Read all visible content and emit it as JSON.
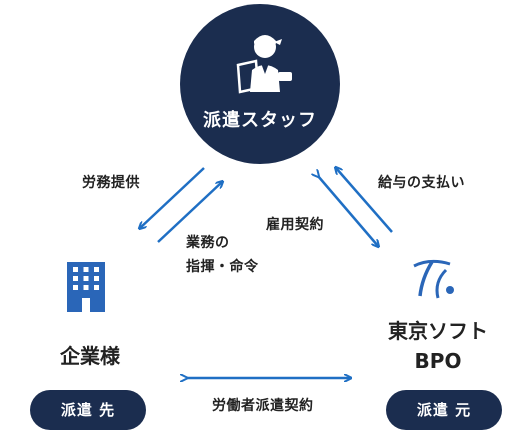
{
  "center": {
    "title": "派遣スタッフ",
    "icon": "staff-person-icon"
  },
  "client": {
    "name": "企業様",
    "badge": "派遣 先",
    "icon": "office-building-icon"
  },
  "dispatcher": {
    "name_line1": "東京ソフト",
    "name_line2": "BPO",
    "badge": "派遣 元",
    "icon": "company-logo-icon"
  },
  "relations": {
    "labor_provision": "労務提供",
    "instruction_line1": "業務の",
    "instruction_line2": "指揮・命令",
    "employment_contract": "雇用契約",
    "salary_payment": "給与の支払い",
    "dispatch_contract": "労働者派遣契約"
  },
  "colors": {
    "navy": "#1b2d4f",
    "arrow_blue": "#1f6fc4",
    "building_blue": "#2a66b8"
  }
}
